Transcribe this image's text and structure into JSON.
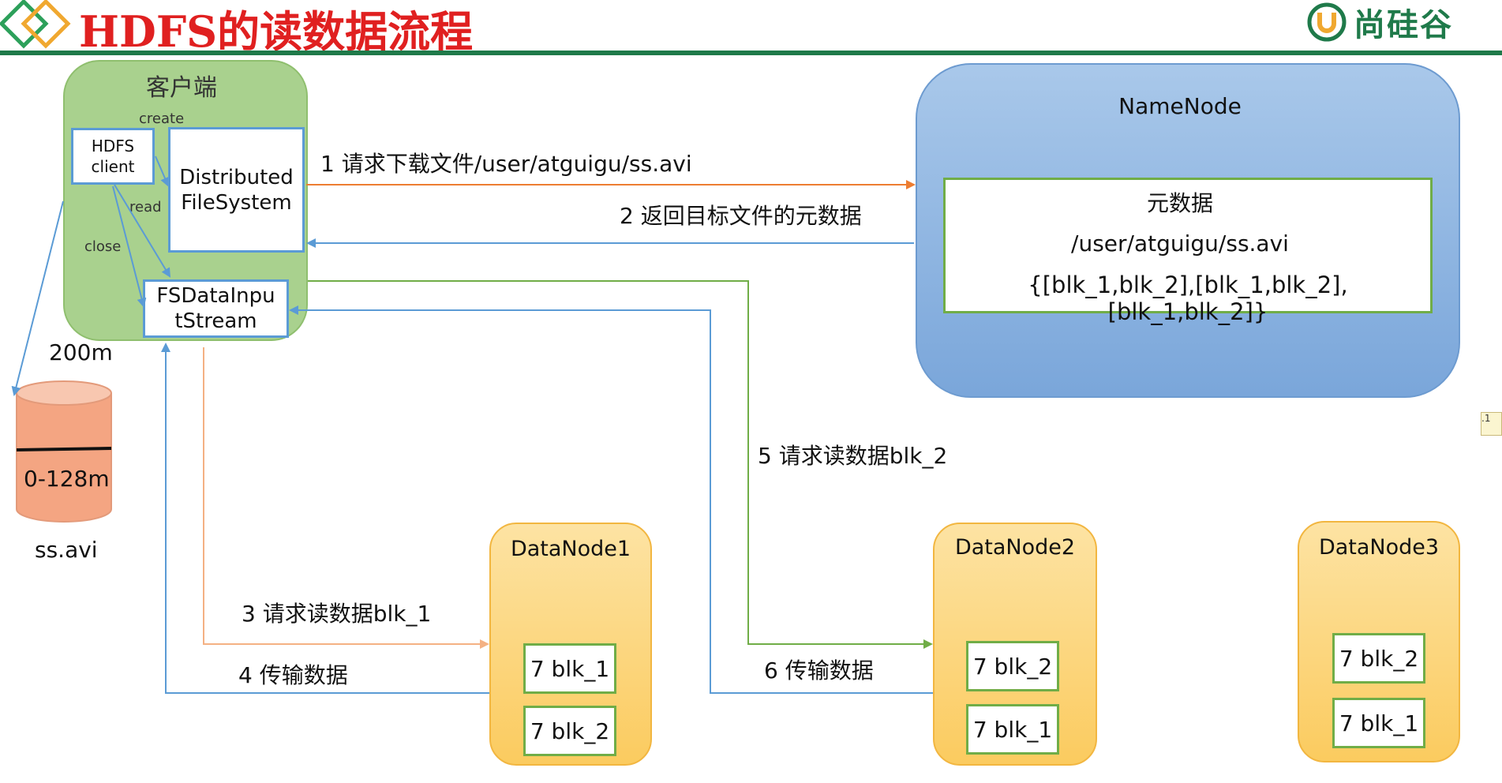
{
  "header": {
    "title": "HDFS的读数据流程",
    "brand": "尚硅谷"
  },
  "client": {
    "title": "客户端",
    "hdfs_client": "HDFS\nclient",
    "dfs": "Distributed\nFileSystem",
    "fsdis": "FSDataInpu\ntStream",
    "create_label": "create",
    "read_label": "read",
    "close_label": "close"
  },
  "namenode": {
    "title": "NameNode",
    "meta_title": "元数据",
    "meta_path": "/user/atguigu/ss.avi",
    "meta_blocks": "{[blk_1,blk_2],[blk_1,blk_2],[blk_1,blk_2]}"
  },
  "file": {
    "size_label": "200m",
    "range_label": "0-128m",
    "name": "ss.avi"
  },
  "steps": {
    "s1": "1 请求下载文件/user/atguigu/ss.avi",
    "s2": "2 返回目标文件的元数据",
    "s3": "3 请求读数据blk_1",
    "s4": "4 传输数据",
    "s5": "5 请求读数据blk_2",
    "s6": "6 传输数据"
  },
  "datanodes": [
    {
      "name": "DataNode1",
      "blocks": [
        "7 blk_1",
        "7 blk_2"
      ]
    },
    {
      "name": "DataNode2",
      "blocks": [
        "7 blk_2",
        "7 blk_1"
      ]
    },
    {
      "name": "DataNode3",
      "blocks": [
        "7 blk_2",
        "7 blk_1"
      ]
    }
  ],
  "scroll_tab": ".1",
  "colors": {
    "title": "#e02020",
    "brand": "#1f7a4a",
    "arrow_orange": "#ed7d31",
    "arrow_blue": "#5b9bd5",
    "arrow_green": "#70ad47",
    "arrow_peach": "#f4b183"
  }
}
